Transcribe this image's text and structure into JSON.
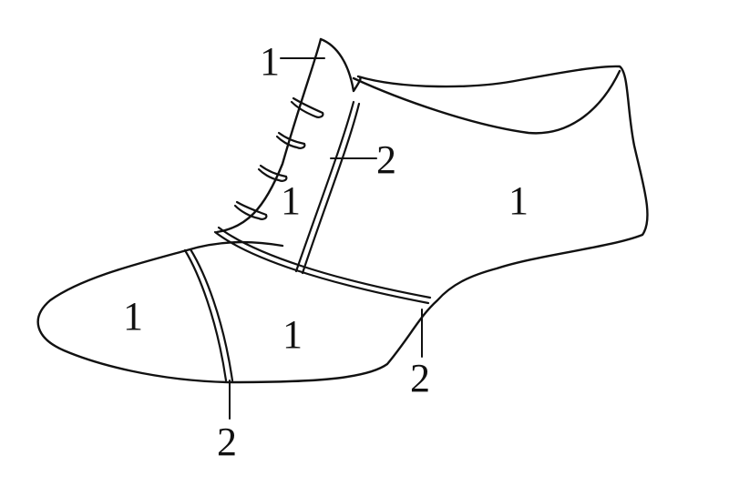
{
  "labels": {
    "eyelet_top": "1",
    "seam_quarter": "2",
    "vamp_inner": "1",
    "quarter": "1",
    "toe_cap": "1",
    "vamp": "1",
    "seam_toe": "2",
    "seam_heel": "2"
  }
}
